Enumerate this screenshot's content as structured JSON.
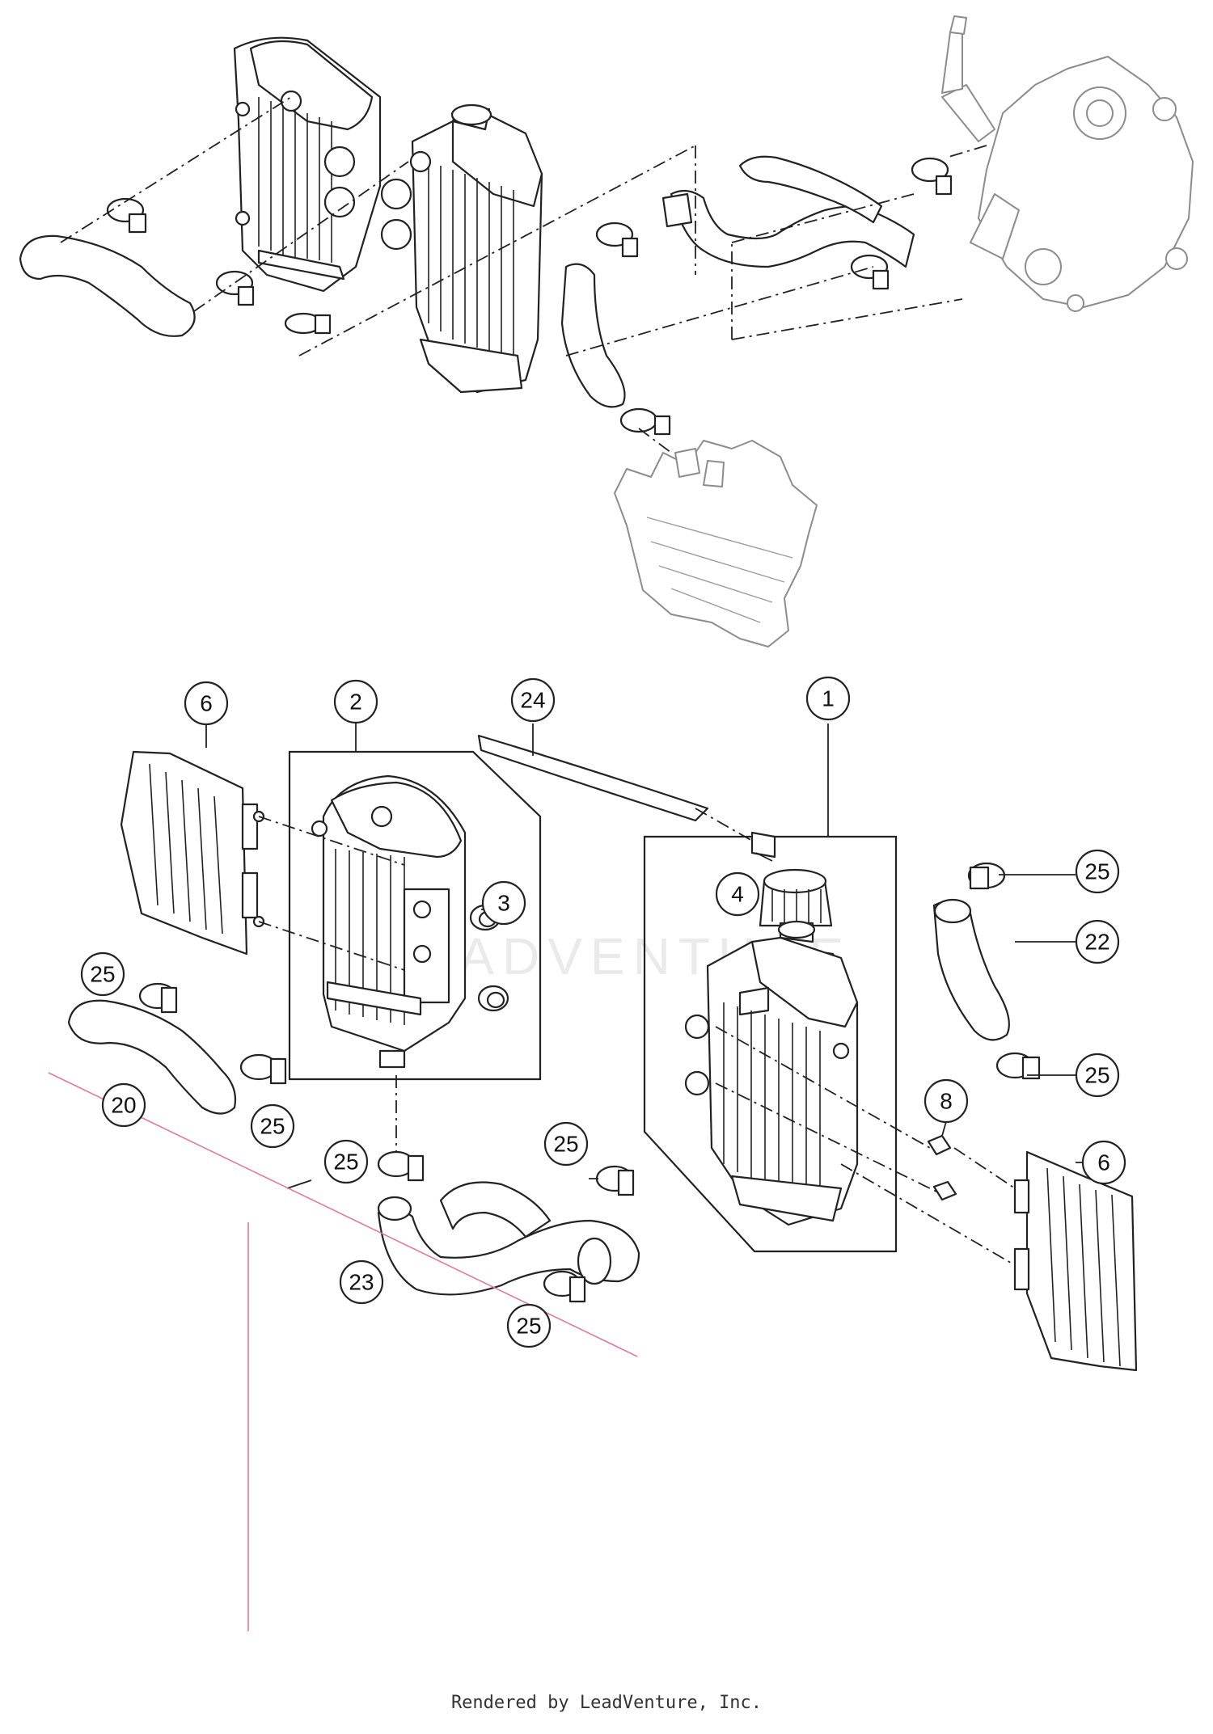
{
  "callouts": {
    "c1": "1",
    "c2": "2",
    "c3": "3",
    "c4": "4",
    "c6a": "6",
    "c6b": "6",
    "c8": "8",
    "c20": "20",
    "c22": "22",
    "c23": "23",
    "c24": "24",
    "c25a": "25",
    "c25b": "25",
    "c25c": "25",
    "c25d": "25",
    "c25e": "25",
    "c25f": "25",
    "c25g": "25"
  },
  "watermark": "LEADVENTURE",
  "footer": "Rendered by LeadVenture, Inc.",
  "colors": {
    "line": "#222222",
    "ghost": "#8c8c8c",
    "annotation": "#e07a9a"
  }
}
